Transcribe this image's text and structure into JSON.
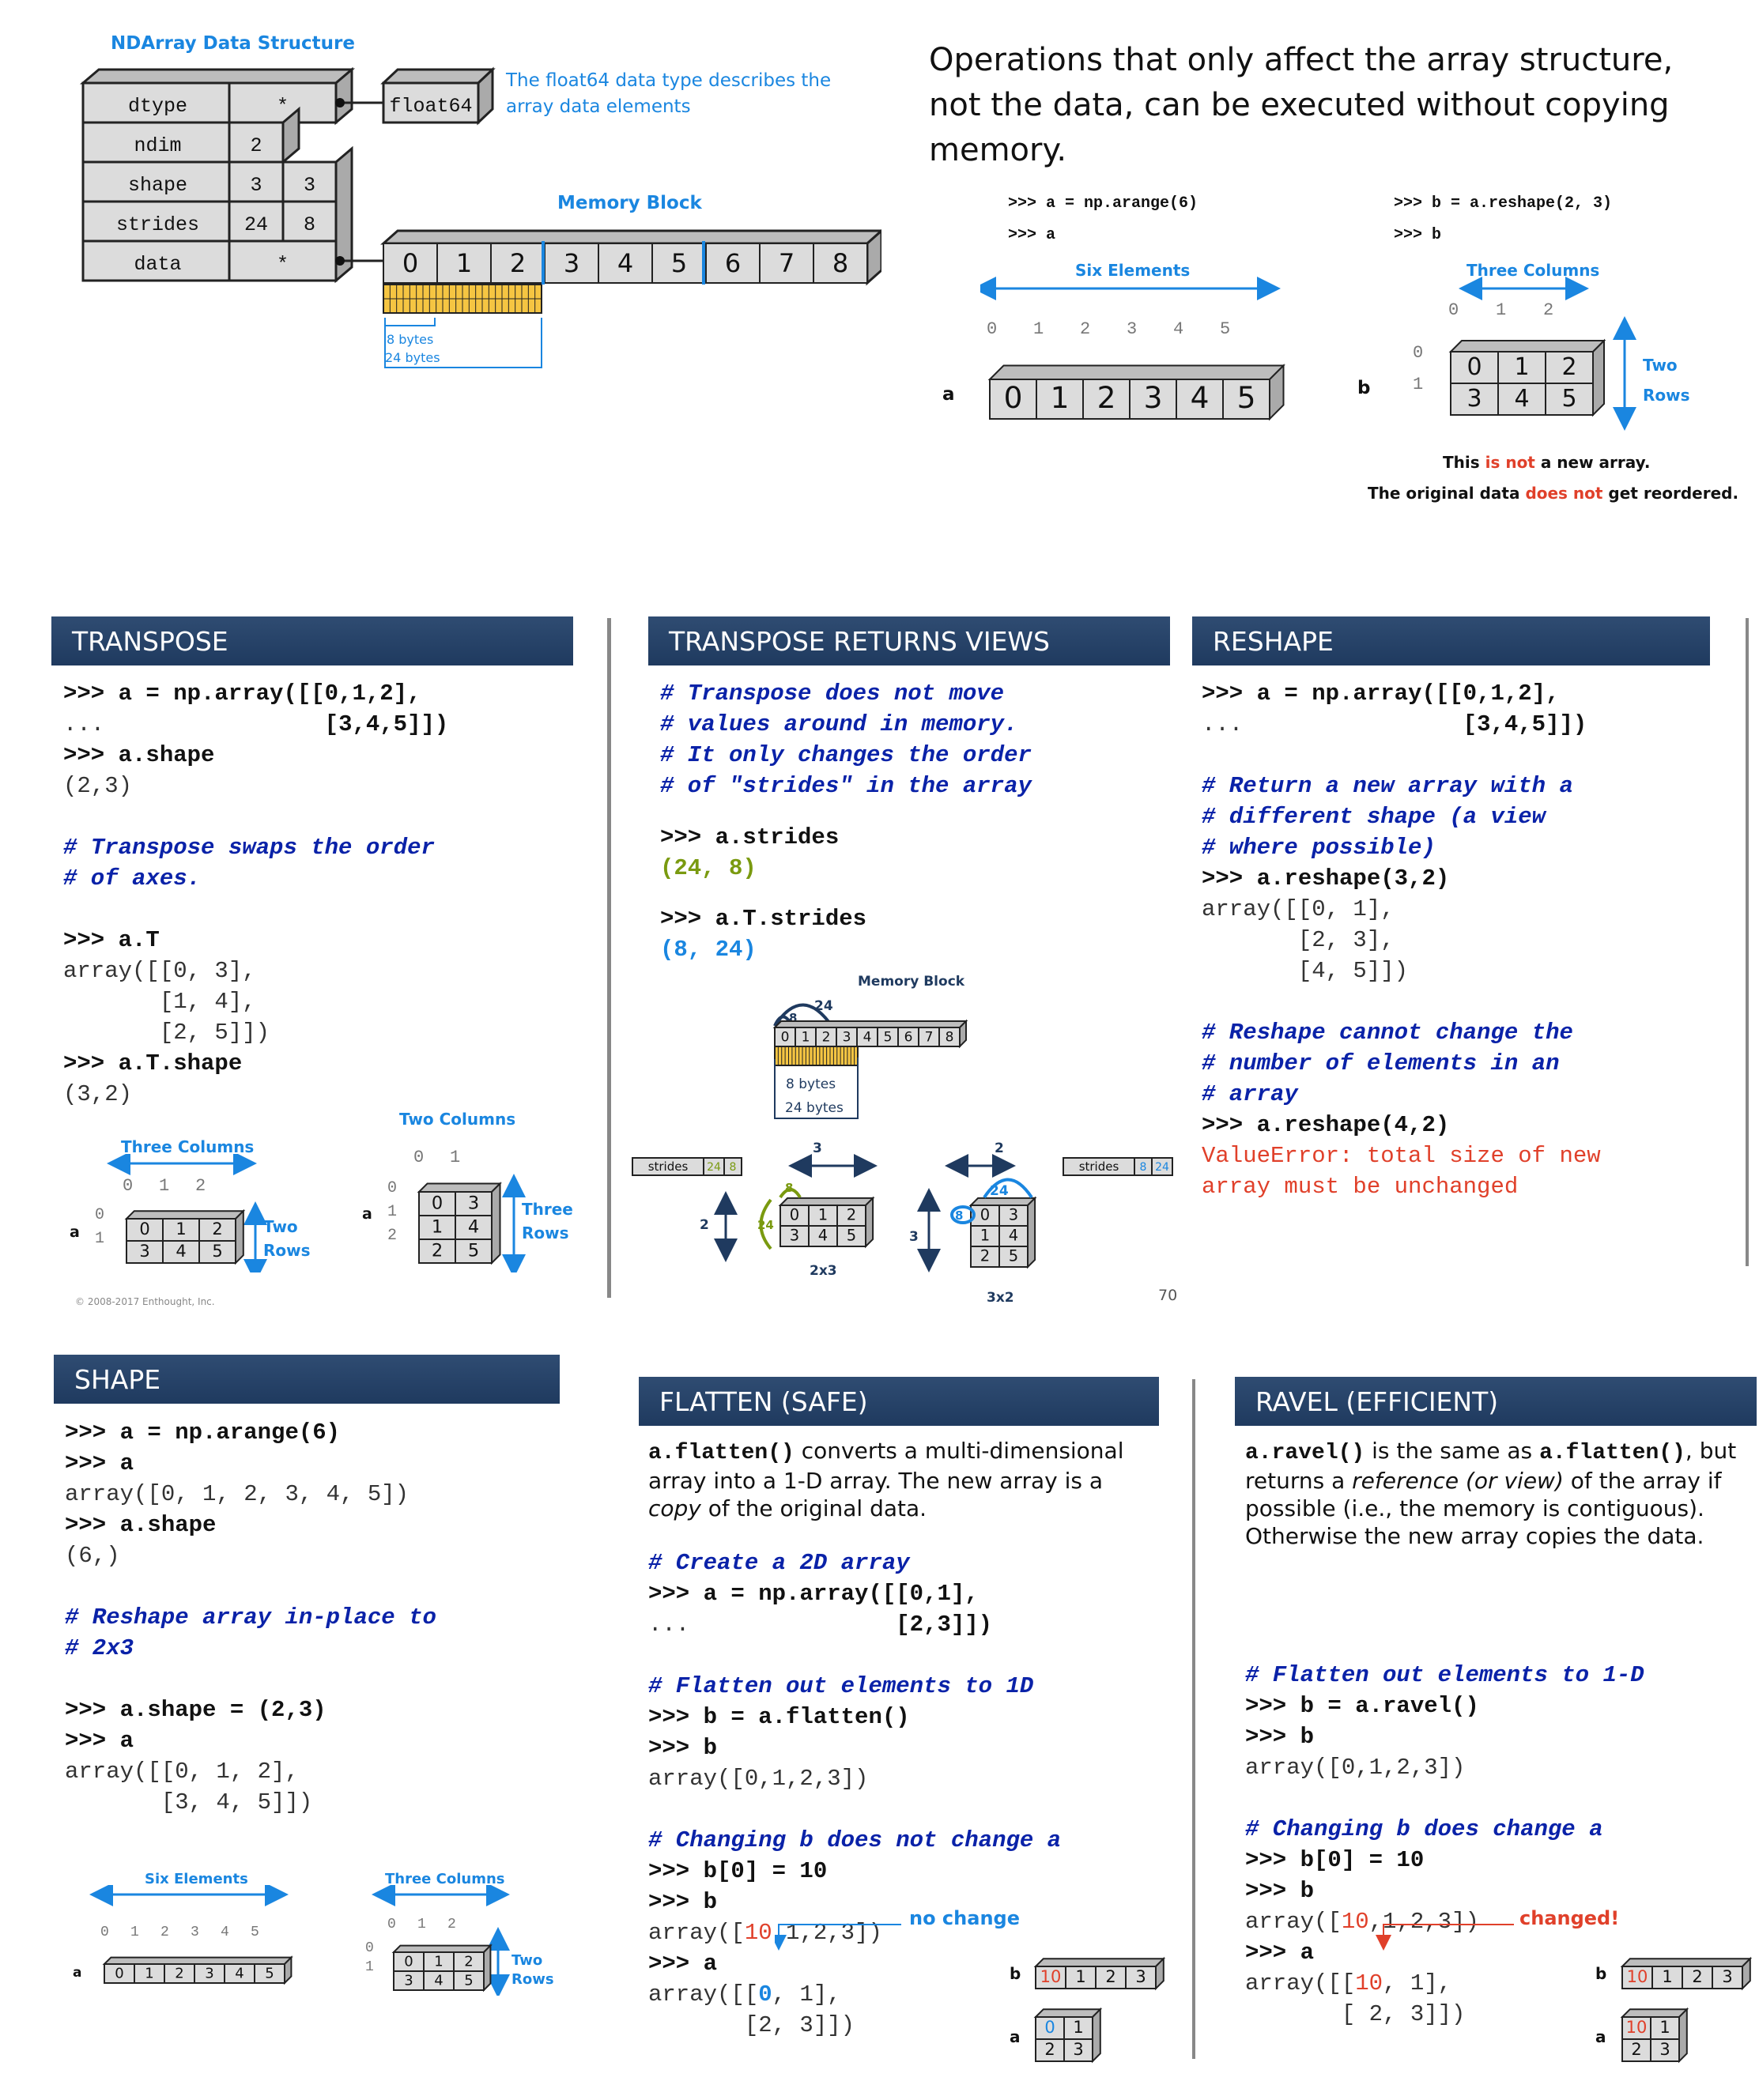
{
  "colors": {
    "banner": "#2f4c72",
    "accent_blue": "#1a86e0",
    "comment_blue": "#0a22a8",
    "red": "#e0402a",
    "olive": "#7a9a10",
    "yellow": "#f5c542"
  },
  "ndarray": {
    "title": "NDArray Data Structure",
    "rows": [
      {
        "label": "dtype",
        "v1": "*",
        "v2": ""
      },
      {
        "label": "ndim",
        "v1": "2",
        "v2": ""
      },
      {
        "label": "shape",
        "v1": "3",
        "v2": "3"
      },
      {
        "label": "strides",
        "v1": "24",
        "v2": "8"
      },
      {
        "label": "data",
        "v1": "*",
        "v2": ""
      }
    ],
    "dtype_box": "float64",
    "dtype_note": "The float64 data type describes the array data elements",
    "memory_title": "Memory Block",
    "cells": [
      "0",
      "1",
      "2",
      "3",
      "4",
      "5",
      "6",
      "7",
      "8"
    ],
    "bytes8": "8 bytes",
    "bytes24": "24 bytes"
  },
  "ops": {
    "headline": "Operations that only affect the array structure, not the data, can be executed without copying memory.",
    "code_a1": ">>> a = np.arange(6)",
    "code_a2": ">>> a",
    "code_b1": ">>> b = a.reshape(2, 3)",
    "code_b2": ">>> b",
    "six_elements": "Six Elements",
    "three_columns": "Three Columns",
    "two_rows_1": "Two",
    "two_rows_2": "Rows",
    "label_a": "a",
    "label_b": "b",
    "note1_pre": "This ",
    "note1_red": "is not",
    "note1_post": " a new array.",
    "note2_pre": "The original data ",
    "note2_red": "does not",
    "note2_post": " get reordered."
  },
  "transpose": {
    "title": "TRANSPOSE",
    "copyright": "© 2008-2017 Enthought, Inc.",
    "three_columns": "Three Columns",
    "two_columns": "Two Columns",
    "two": "Two",
    "rows": "Rows",
    "three": "Three",
    "label_a": "a"
  },
  "views": {
    "title": "TRANSPOSE RETURNS VIEWS",
    "memory_title": "Memory Block",
    "bytes8": "8 bytes",
    "bytes24": "24 bytes",
    "strides_label": "strides",
    "s24": "24",
    "s8": "8",
    "n2": "2",
    "n3": "3",
    "dim1": "2x3",
    "dim2": "3x2",
    "page_num": "70"
  },
  "reshape": {
    "title": "RESHAPE"
  },
  "shape": {
    "title": "SHAPE",
    "six_elements": "Six Elements",
    "three_columns": "Three Columns",
    "two": "Two",
    "rows": "Rows",
    "label_a": "a"
  },
  "flatten": {
    "title": "FLATTEN (SAFE)",
    "prose_code": "a.flatten()",
    "prose_1": " converts a multi-dimensional array into a 1-D array. The new array is a ",
    "prose_copy": "copy",
    "prose_2": " of the original data.",
    "no_change": "no change",
    "label_a": "a",
    "label_b": "b"
  },
  "ravel": {
    "title": "RAVEL (EFFICIENT)",
    "prose_code1": "a.ravel()",
    "prose_1": " is the same as ",
    "prose_code2": "a.flatten()",
    "prose_2": ", but returns a ",
    "prose_ref": "reference (or view)",
    "prose_3": " of the array if possible (i.e., the memory is contiguous). Otherwise the new array copies the data.",
    "changed": "changed!",
    "label_a": "a",
    "label_b": "b"
  }
}
